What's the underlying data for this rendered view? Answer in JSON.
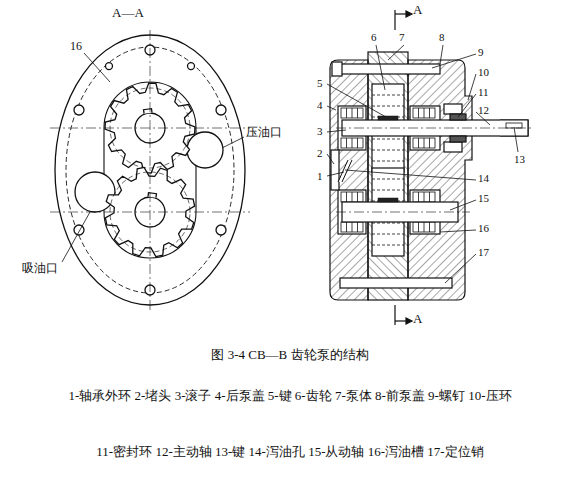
{
  "diagram": {
    "caption": "图 3-4 CB—B 齿轮泵的结构",
    "labels": [
      "A—A",
      "16",
      "压油口",
      "吸油口",
      "A",
      "A",
      "1",
      "2",
      "3",
      "4",
      "5",
      "6",
      "7",
      "8",
      "9",
      "10",
      "11",
      "12",
      "13",
      "14",
      "15",
      "16",
      "17",
      "1-轴承外环 2-堵头 3-滚子 4-后泵盖 5-键 6-齿轮 7-泵体 8-前泵盖 9-螺钉 10-压环",
      "11-密封环 12-主动轴 13-键 14-泻油孔 15-从动轴 16-泻油槽 17-定位销"
    ]
  }
}
